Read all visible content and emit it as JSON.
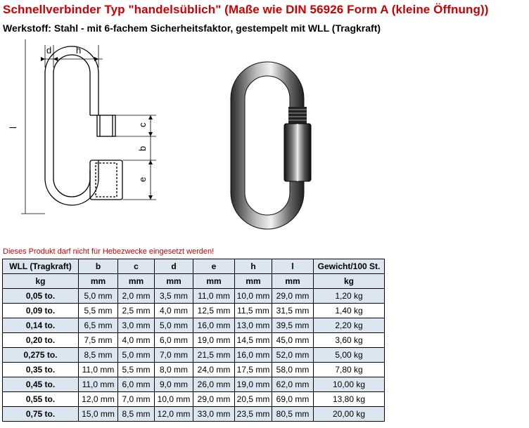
{
  "title": "Schnellverbinder Typ \"handelsüblich\"  (Maße wie DIN 56926 Form A (kleine Öffnung))",
  "subtitle": "Werkstoff: Stahl - mit 6-fachem Sicherheitsfaktor, gestempelt mit WLL (Tragkraft)",
  "drawing_labels": {
    "d": "d",
    "h": "h",
    "c": "c",
    "b": "b",
    "e": "e",
    "l": "l"
  },
  "warning": "Dieses Produkt darf nicht für Hebezwecke eingesetzt werden!",
  "table": {
    "headers": [
      "WLL (Tragkraft)",
      "b",
      "c",
      "d",
      "e",
      "h",
      "l",
      "Gewicht/100 St."
    ],
    "units": [
      "kg",
      "mm",
      "mm",
      "mm",
      "mm",
      "mm",
      "mm",
      "kg"
    ],
    "rows": [
      [
        "0,05 to.",
        "5,0 mm",
        "2,0 mm",
        "3,5 mm",
        "11,0 mm",
        "10,0 mm",
        "29,0 mm",
        "1,20 kg"
      ],
      [
        "0,09 to.",
        "5,5 mm",
        "2,5 mm",
        "4,0 mm",
        "12,5 mm",
        "11,5 mm",
        "31,5 mm",
        "1,40 kg"
      ],
      [
        "0,14 to.",
        "6,5 mm",
        "3,0 mm",
        "5,0 mm",
        "16,0 mm",
        "13,0 mm",
        "39,5 mm",
        "2,20 kg"
      ],
      [
        "0,20 to.",
        "7,5 mm",
        "4,0 mm",
        "6,0 mm",
        "19,0 mm",
        "14,5 mm",
        "45,0 mm",
        "3,60 kg"
      ],
      [
        "0,275 to.",
        "8,5 mm",
        "5,0 mm",
        "7,0 mm",
        "21,5 mm",
        "16,0 mm",
        "52,0 mm",
        "5,00 kg"
      ],
      [
        "0,35 to.",
        "11,0 mm",
        "5,5 mm",
        "8,0 mm",
        "24,0 mm",
        "17,5 mm",
        "58,0 mm",
        "7,80 kg"
      ],
      [
        "0,45 to.",
        "11,0 mm",
        "6,0 mm",
        "9,0 mm",
        "26,0 mm",
        "19,0 mm",
        "62,0 mm",
        "10,00 kg"
      ],
      [
        "0,55 to.",
        "12,0 mm",
        "7,0 mm",
        "10,0 mm",
        "29,0 mm",
        "20,5 mm",
        "69,0 mm",
        "13,80 kg"
      ],
      [
        "0,75 to.",
        "15,0 mm",
        "8,5 mm",
        "12,0 mm",
        "33,0 mm",
        "23,5 mm",
        "80,5 mm",
        "20,00 kg"
      ]
    ]
  }
}
